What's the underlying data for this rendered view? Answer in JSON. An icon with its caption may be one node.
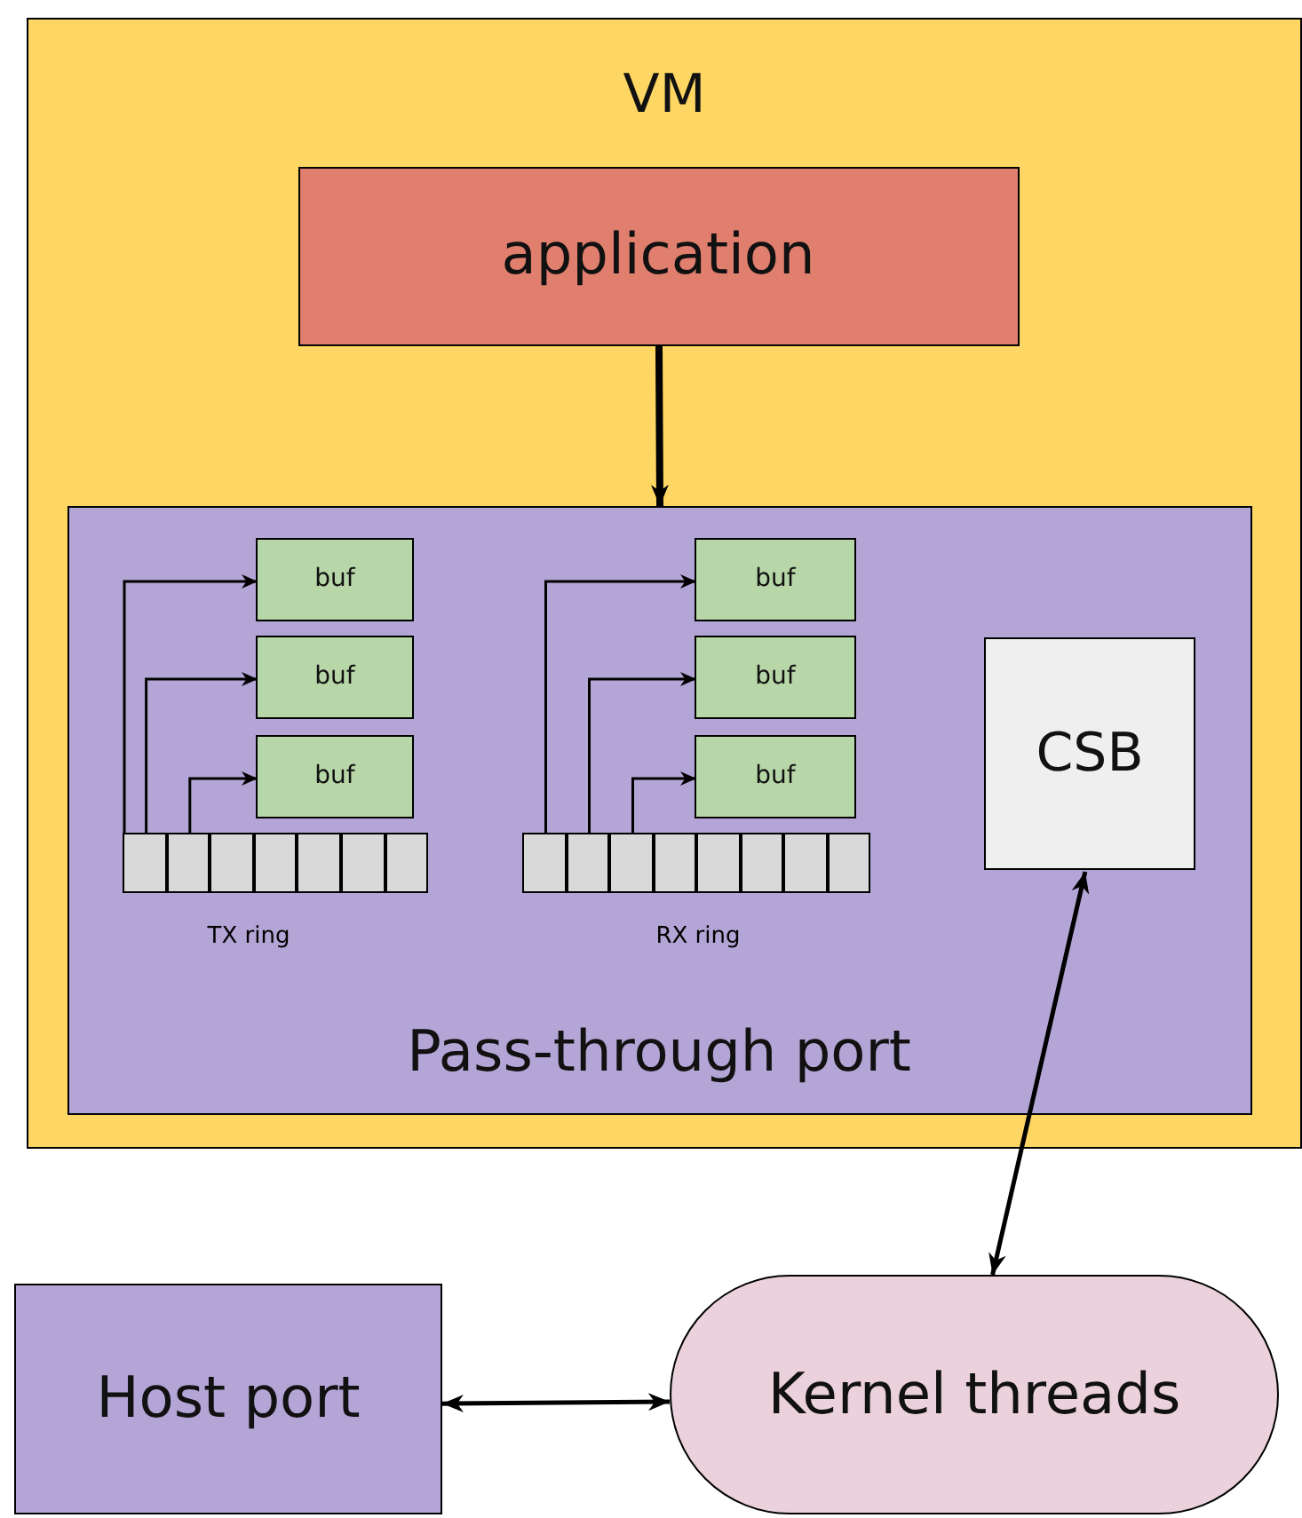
{
  "diagram": {
    "nodes": [
      {
        "text": [
          "VM"
        ]
      },
      {
        "text": [
          "application"
        ],
        "in": 0
      },
      {
        "text": [
          "Pass-through port"
        ],
        "in": 0
      },
      {
        "text": [
          "buf"
        ],
        "in": 2
      },
      {
        "text": [
          "buf"
        ],
        "in": 2
      },
      {
        "text": [
          "buf"
        ],
        "in": 2
      },
      {
        "text": [
          "buf"
        ],
        "in": 2
      },
      {
        "text": [
          "buf"
        ],
        "in": 2
      },
      {
        "text": [
          "buf"
        ],
        "in": 2
      },
      {
        "text": [
          "CSB"
        ],
        "in": 2
      },
      {
        "text": [],
        "shape": "box",
        "in": 2
      },
      {
        "text": [],
        "shape": "box",
        "in": 2
      },
      {
        "text": [],
        "shape": "box",
        "in": 2
      },
      {
        "text": [],
        "shape": "box",
        "in": 2
      },
      {
        "text": [],
        "shape": "box",
        "in": 2
      },
      {
        "text": [],
        "shape": "box",
        "in": 2
      },
      {
        "text": [],
        "shape": "box",
        "in": 2
      },
      {
        "text": [],
        "shape": "box",
        "in": 2
      },
      {
        "text": [],
        "shape": "box",
        "in": 2
      },
      {
        "text": [],
        "shape": "box",
        "in": 2
      },
      {
        "text": [],
        "shape": "box",
        "in": 2
      },
      {
        "text": [],
        "shape": "box",
        "in": 2
      },
      {
        "text": [],
        "shape": "box",
        "in": 2
      },
      {
        "text": [],
        "shape": "box",
        "in": 2
      },
      {
        "text": [],
        "shape": "box",
        "in": 2
      },
      {
        "text": [
          "Host port"
        ]
      },
      {
        "text": [
          "Kernel threads"
        ]
      }
    ],
    "edges": [
      {
        "from": 1,
        "to": 2,
        "arrow": "to",
        "style": "thick"
      },
      {
        "from": 10,
        "to": 3,
        "arrow": "to"
      },
      {
        "from": 10,
        "to": 4,
        "arrow": "to"
      },
      {
        "from": 11,
        "to": 5,
        "arrow": "to"
      },
      {
        "from": 17,
        "to": 6,
        "arrow": "to"
      },
      {
        "from": 18,
        "to": 7,
        "arrow": "to"
      },
      {
        "from": 19,
        "to": 8,
        "arrow": "to"
      },
      {
        "from": 9,
        "to": 26,
        "arrow": "both"
      },
      {
        "from": 25,
        "to": 26,
        "arrow": "both"
      }
    ],
    "labels": [
      "TX ring",
      "RX ring"
    ]
  }
}
